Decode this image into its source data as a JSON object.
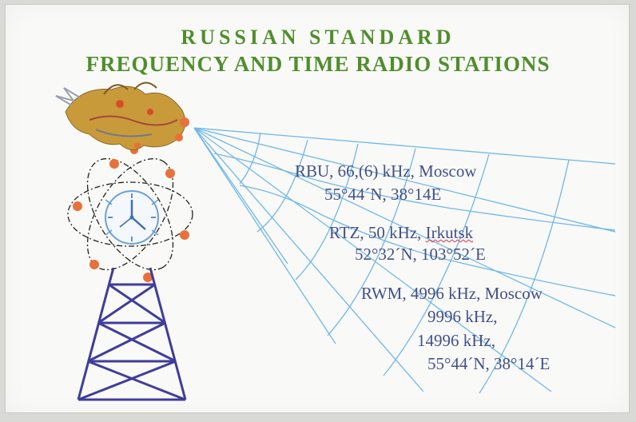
{
  "title": {
    "line1": "RUSSIAN STANDARD",
    "line2": "FREQUENCY AND TIME RADIO STATIONS"
  },
  "stations": [
    {
      "name_freq": "RBU, 66,(6) kHz, Moscow",
      "coords": "55°44´N, 38°14E"
    },
    {
      "name_freq_prefix": "RTZ, 50 kHz, ",
      "city": "Irkutsk",
      "coords": "52°32´N, 103°52´E"
    },
    {
      "name_freq": "RWM, 4996 kHz, Moscow",
      "freq2": "9996 kHz,",
      "freq3": "14996 kHz,",
      "coords": "55°44´N, 38°14´E"
    }
  ],
  "colors": {
    "title": "#4f8e2c",
    "text": "#42508a",
    "beams": "#6eb8e8",
    "tower": "#3f3d9c",
    "electrons": "#e8703a",
    "eagle": "#c89a3a"
  },
  "icons": [
    "double-headed-eagle-icon",
    "atom-orbit-icon",
    "clock-icon",
    "radio-tower-icon"
  ]
}
